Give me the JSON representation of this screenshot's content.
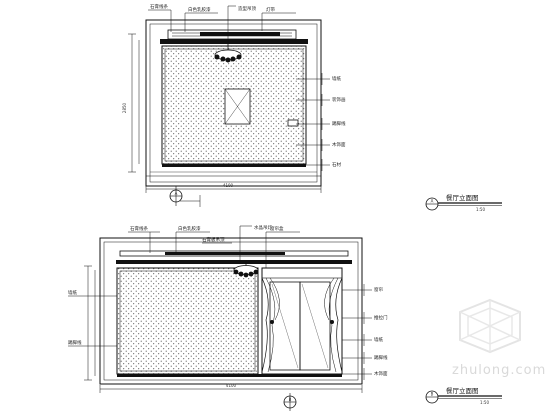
{
  "drawing": {
    "elevation_a": {
      "title": "餐厅立面图",
      "scale": "1:50",
      "index_mark": "A",
      "center_mark": "A",
      "top_callouts": [
        "石膏线条",
        "白色乳胶漆",
        "造型吊顶",
        "灯带"
      ],
      "right_callouts": [
        "墙纸",
        "装饰画",
        "踢脚线",
        "木饰面",
        "石材"
      ],
      "left_dim": "2850",
      "bottom_dim": "4100"
    },
    "elevation_b": {
      "title": "餐厅立面图",
      "scale": "1:50",
      "index_mark": "B",
      "center_mark": "B",
      "top_callouts": [
        "石膏线条",
        "白色乳胶漆",
        "水晶吊灯",
        "窗帘盒"
      ],
      "ceiling_note": "石膏板吊顶",
      "right_callouts": [
        "窗帘",
        "推拉门",
        "墙纸",
        "踢脚线",
        "木饰面"
      ],
      "left_callouts": [
        "墙纸",
        "踢脚线"
      ],
      "bottom_dim": "4100"
    }
  },
  "watermark": {
    "text": "zhulong.com",
    "icon": "zhulong-logo-icon"
  }
}
